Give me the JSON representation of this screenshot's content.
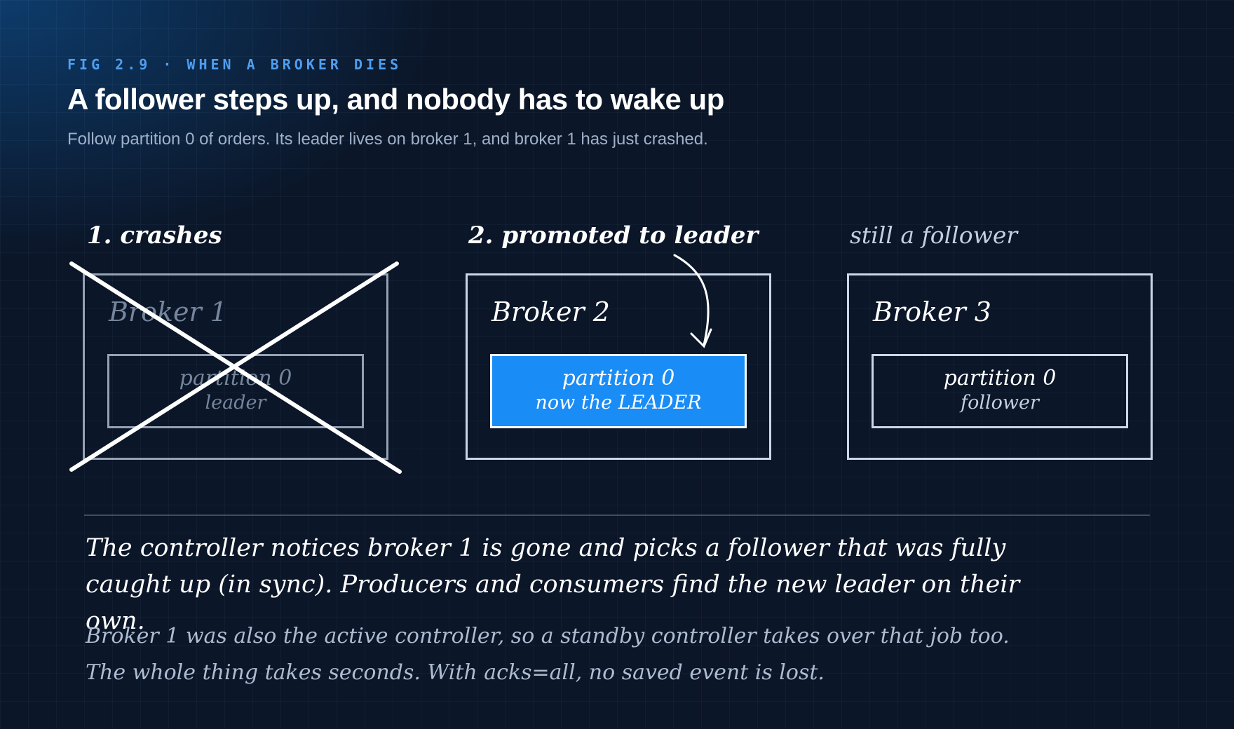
{
  "header": {
    "eyebrow": "FIG 2.9 · WHEN A BROKER DIES",
    "title": "A follower steps up, and nobody has to wake up",
    "subtitle": "Follow partition 0 of orders. Its leader lives on broker 1, and broker 1 has just crashed."
  },
  "steps": {
    "broker1": "1. crashes",
    "broker2": "2. promoted to leader",
    "broker3": "still a follower"
  },
  "brokers": [
    {
      "name": "Broker 1",
      "partition": "partition 0",
      "role": "leader",
      "state": "crashed"
    },
    {
      "name": "Broker 2",
      "partition": "partition 0",
      "role": "now the LEADER",
      "state": "promoted"
    },
    {
      "name": "Broker 3",
      "partition": "partition 0",
      "role": "follower",
      "state": "unchanged"
    }
  ],
  "explanation": {
    "line1": "The controller notices broker 1 is gone and picks a follower that was fully",
    "line2": "caught up (in sync). Producers and consumers find the new leader on their own.",
    "note1": "Broker 1 was also the active controller, so a standby controller takes over that job too.",
    "note2": "The whole thing takes seconds. With acks=all, no saved event is lost."
  },
  "colors": {
    "background": "#0b1628",
    "accent": "#4f9ef0",
    "leader_fill": "#1a8cf5",
    "stroke": "#cad7ea"
  }
}
